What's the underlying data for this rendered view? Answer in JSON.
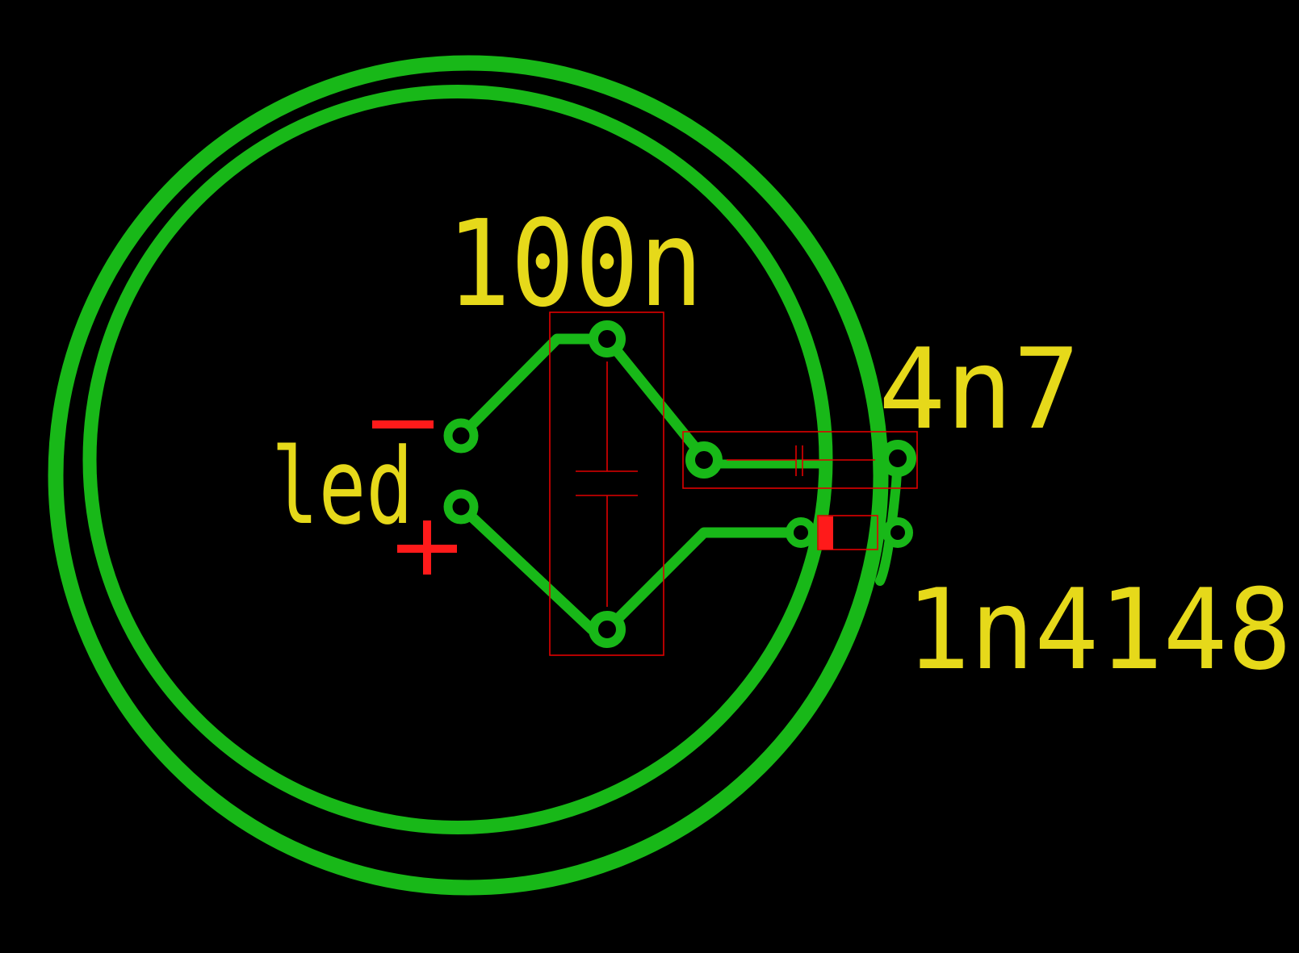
{
  "labels": {
    "cap_100n": "100n",
    "cap_4n7": "4n7",
    "diode": "1n4148",
    "led": "led"
  },
  "colors": {
    "background": "#000000",
    "trace": "#18b818",
    "silkscreen": "#e6d91a",
    "outline": "#e00000",
    "marker": "#ff1a1a"
  }
}
